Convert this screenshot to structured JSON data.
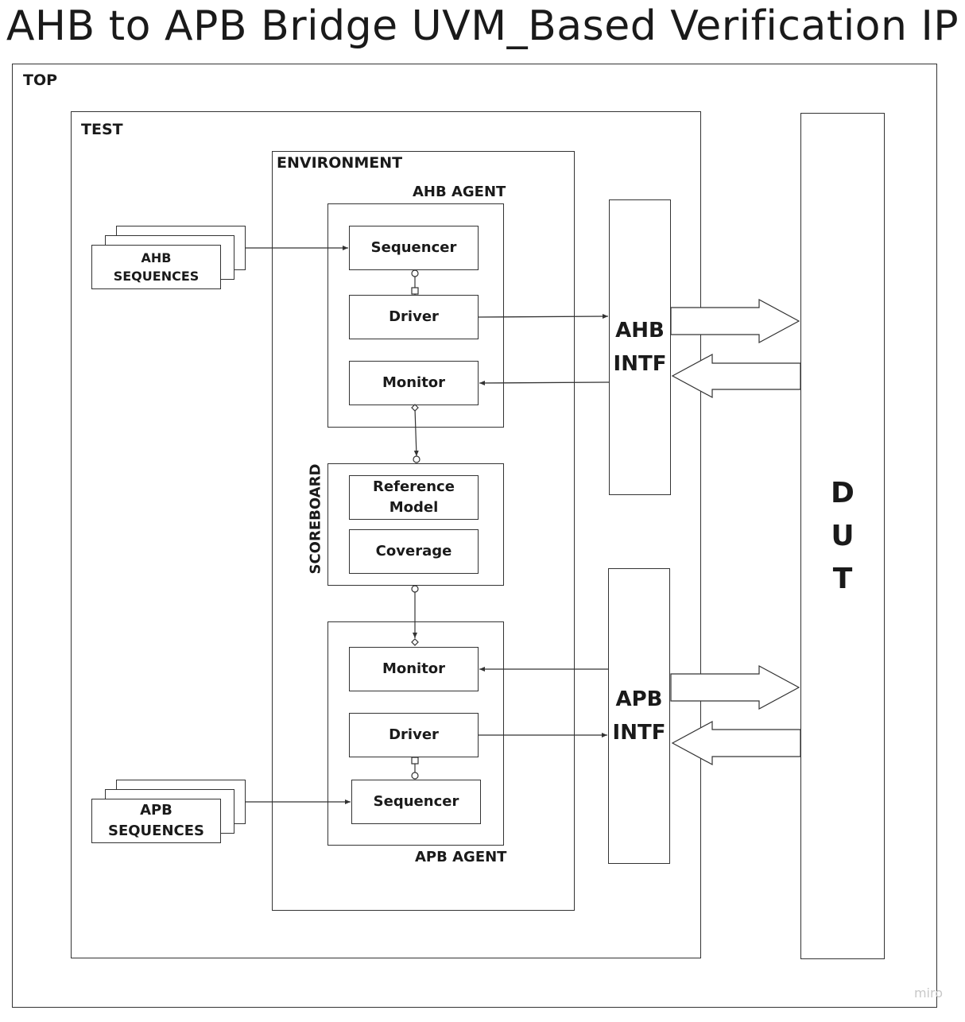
{
  "title": "AHB to APB Bridge UVM_Based Verification IP",
  "top_label": "TOP",
  "test_label": "TEST",
  "environment_label": "ENVIRONMENT",
  "ahb_agent": {
    "label": "AHB AGENT",
    "sequencer": "Sequencer",
    "driver": "Driver",
    "monitor": "Monitor"
  },
  "apb_agent": {
    "label": "APB AGENT",
    "monitor": "Monitor",
    "driver": "Driver",
    "sequencer": "Sequencer"
  },
  "scoreboard": {
    "label": "SCOREBOARD",
    "reference_model": "Reference\nModel",
    "coverage": "Coverage"
  },
  "ahb_sequences": "AHB\nSEQUENCES",
  "apb_sequences": "APB\nSEQUENCES",
  "ahb_intf": "AHB\nINTF",
  "apb_intf": "APB\nINTF",
  "dut": "D\nU\nT",
  "watermark": "miro"
}
